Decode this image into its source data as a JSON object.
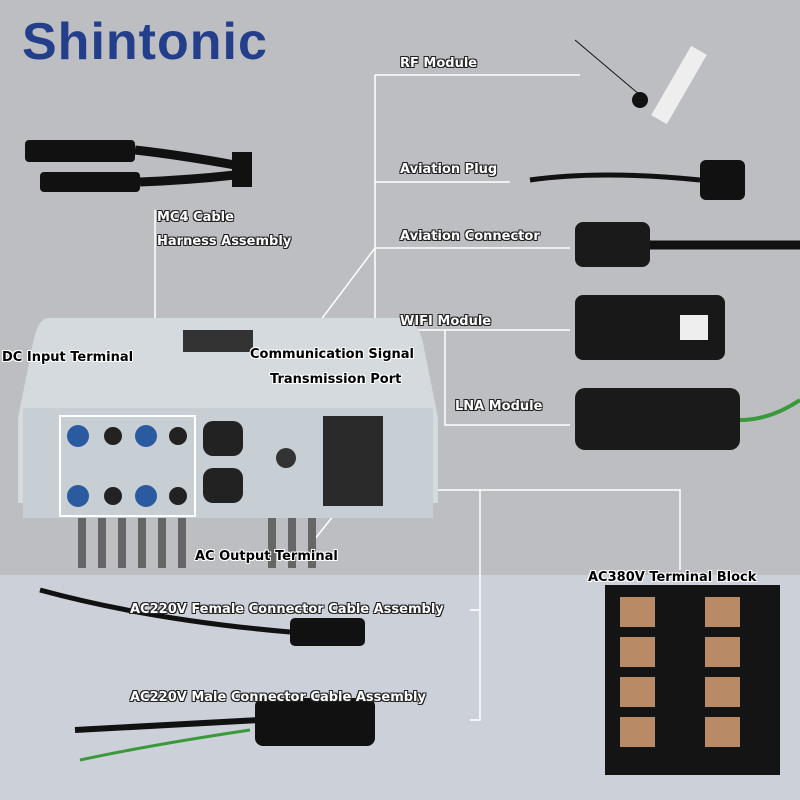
{
  "brand": "Shintonic",
  "labels": {
    "rf_module": "RF  Module",
    "aviation_plug": "Aviation Plug",
    "aviation_connector": "Aviation Connector",
    "wifi_module": "WIFI Module",
    "lna_module": "LNA  Module",
    "mc4_line1": "MC4 Cable",
    "mc4_line2": "Harness Assembly",
    "dc_input": "DC Input Terminal",
    "comm_line1": "Communication Signal",
    "comm_line2": "Transmission Port",
    "ac_output": "AC Output Terminal",
    "ac380": "AC380V Terminal Block",
    "ac220_female": "AC220V Female Connector Cable Assembly",
    "ac220_male": "AC220V Male Connector Cable Assembly"
  },
  "colors": {
    "brand": "#233e8b",
    "background": "#bdbec2",
    "line": "#ffffff"
  }
}
